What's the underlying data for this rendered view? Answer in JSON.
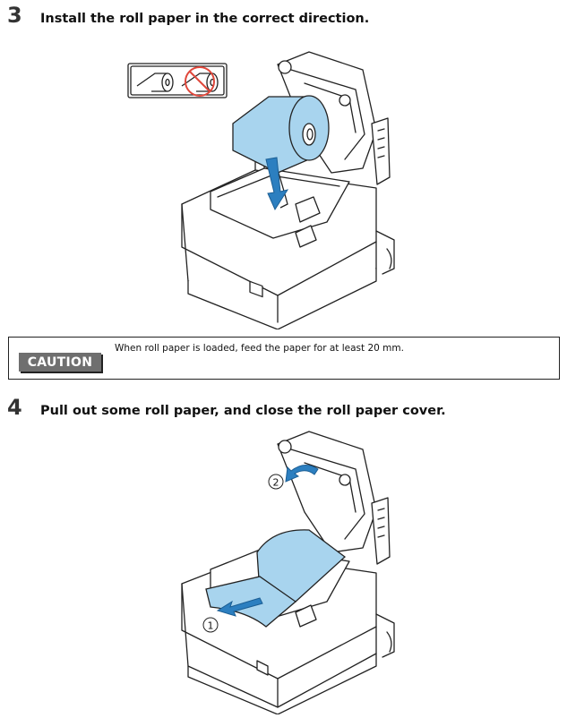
{
  "steps": [
    {
      "number": "3",
      "title": "Install the roll paper in the correct direction."
    },
    {
      "number": "4",
      "title": "Pull out some roll paper, and close the roll paper cover."
    }
  ],
  "caution": {
    "badge": "CAUTION",
    "text": "When roll paper is loaded, feed the paper for at least 20 mm."
  },
  "figure2": {
    "callout_1": "1",
    "callout_2": "2"
  },
  "colors": {
    "paper_blue": "#a8d4ee",
    "arrow_blue": "#2c7fc0",
    "prohibit_red": "#e0483c",
    "badge_gray": "#6f6f6f"
  }
}
